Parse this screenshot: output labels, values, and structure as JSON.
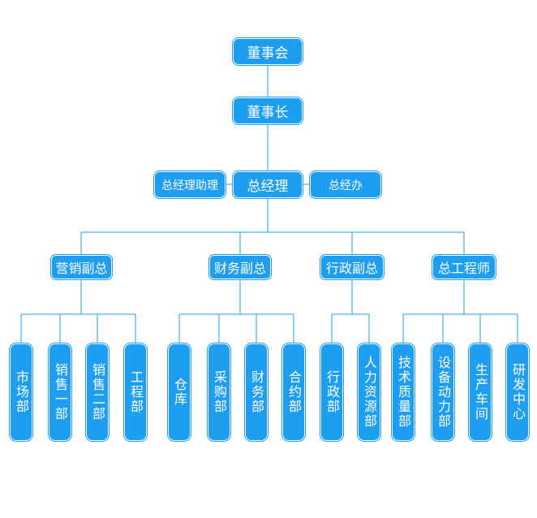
{
  "org": {
    "board": "董事会",
    "chairman": "董事长",
    "gm": "总经理",
    "gm_assistant": "总经理助理",
    "gm_office": "总经办",
    "vps": [
      {
        "label": "营销副总",
        "depts": [
          "市场部",
          "销售一部",
          "销售二部",
          "工程部"
        ]
      },
      {
        "label": "财务副总",
        "depts": [
          "仓库",
          "采购部",
          "财务部",
          "合约部"
        ]
      },
      {
        "label": "行政副总",
        "depts": [
          "行政部",
          "人力资源部"
        ]
      },
      {
        "label": "总工程师",
        "depts": [
          "技术质量部",
          "设备动力部",
          "生产车间",
          "研发中心"
        ]
      }
    ]
  },
  "colors": {
    "node": "#1e9ef0",
    "line": "#1e9ef0",
    "text": "#ffffff"
  }
}
